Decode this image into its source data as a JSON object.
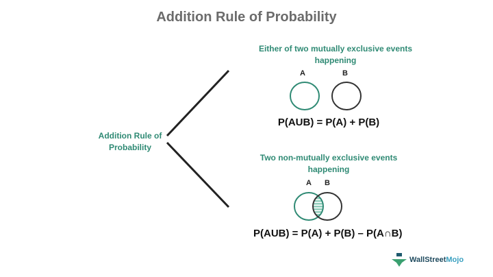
{
  "title": "Addition Rule of Probability",
  "root_label": "Addition Rule of Probability",
  "branch1": {
    "heading": "Either of two mutually exclusive events happening",
    "label_a": "A",
    "label_b": "B",
    "formula": "P(AUB) = P(A) + P(B)"
  },
  "branch2": {
    "heading": "Two non-mutually exclusive events happening",
    "label_a": "A",
    "label_b": "B",
    "formula": "P(AUB) = P(A) + P(B) – P(A∩B)"
  },
  "logo": {
    "text_dark": "WallStreet",
    "text_accent": "Mojo"
  },
  "colors": {
    "teal": "#2f8a74",
    "dark": "#333333"
  }
}
